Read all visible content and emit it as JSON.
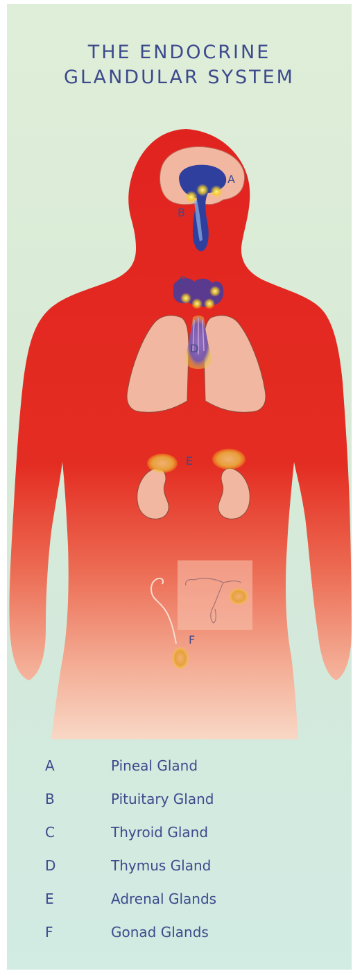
{
  "title": {
    "line1": "THE ENDOCRINE",
    "line2": "GLANDULAR SYSTEM"
  },
  "markers": {
    "a": "A",
    "b": "B",
    "c": "C",
    "d": "D",
    "e": "E",
    "f": "F"
  },
  "legend": [
    {
      "letter": "A",
      "name": "Pineal Gland"
    },
    {
      "letter": "B",
      "name": "Pituitary Gland"
    },
    {
      "letter": "C",
      "name": "Thyroid Gland"
    },
    {
      "letter": "D",
      "name": "Thymus Gland"
    },
    {
      "letter": "E",
      "name": "Adrenal Glands"
    },
    {
      "letter": "F",
      "name": "Gonad Glands"
    }
  ],
  "colors": {
    "body_top": "#e1231f",
    "body_bottom": "#f6cdb8",
    "organ": "#f2b7a0",
    "brain_gland": "#2f3f9e",
    "thyroid": "#5a3a8e",
    "glow": "#f5d020",
    "text": "#3c4a8c"
  }
}
